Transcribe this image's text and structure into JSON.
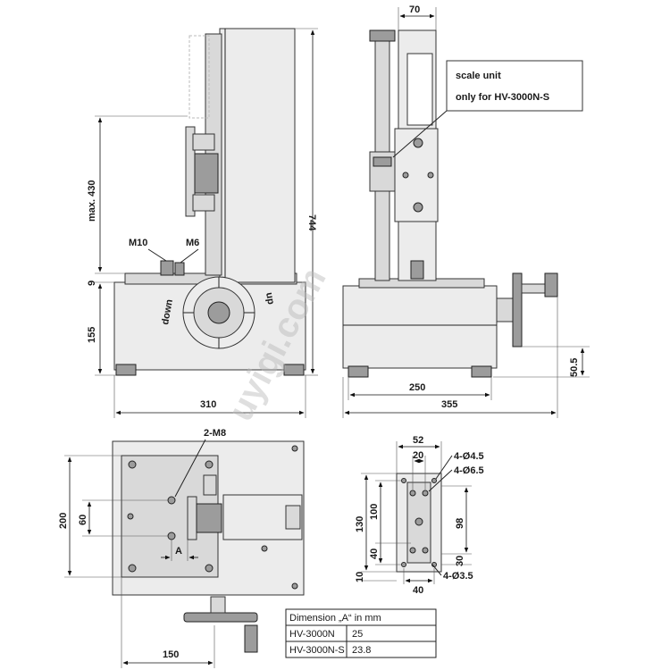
{
  "front_view": {
    "labels": {
      "m10": "M10",
      "m6": "M6",
      "down": "down",
      "up": "up"
    },
    "dims": {
      "width": "310",
      "height_max": "max. 430",
      "total_height": "744",
      "gap": "9",
      "base_height": "155"
    }
  },
  "side_view": {
    "callout_line1": "scale unit",
    "callout_line2": "only for HV-3000N-S",
    "dims": {
      "top_width": "70",
      "base_width": "250",
      "overall_width": "355",
      "foot_height": "50.5"
    }
  },
  "top_view": {
    "labels": {
      "thread": "2-M8",
      "a": "A"
    },
    "dims": {
      "depth": "200",
      "hole_spacing": "60",
      "half_width": "150"
    }
  },
  "plate_view": {
    "labels": {
      "hole1": "4-Ø4.5",
      "hole2": "4-Ø6.5",
      "hole3": "4-Ø3.5"
    },
    "dims": {
      "w52": "52",
      "w20": "20",
      "h130": "130",
      "h100": "100",
      "h98": "98",
      "h40": "40",
      "h30": "30",
      "h10": "10",
      "w40": "40"
    }
  },
  "table": {
    "header": "Dimension „A“ in mm",
    "rows": [
      {
        "model": "HV-3000N",
        "value": "25"
      },
      {
        "model": "HV-3000N-S",
        "value": "23.8"
      }
    ]
  },
  "watermark": "uyigi.com"
}
